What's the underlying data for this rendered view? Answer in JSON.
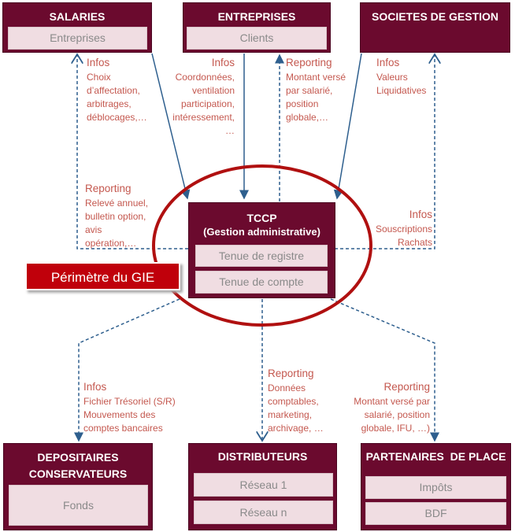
{
  "top_boxes": [
    {
      "title": "SALARIES",
      "items": [
        "Entreprises"
      ]
    },
    {
      "title": "ENTREPRISES",
      "items": [
        "Clients"
      ]
    },
    {
      "title": "SOCIETES DE GESTION",
      "items": []
    }
  ],
  "center_box": {
    "title": "TCCP",
    "subtitle": "(Gestion administrative)",
    "items": [
      "Tenue de registre",
      "Tenue de compte"
    ]
  },
  "perimeter_label": "Périmètre du GIE",
  "bottom_boxes": [
    {
      "title": "DEPOSITAIRES",
      "title2": "CONSERVATEURS",
      "items": [
        "Fonds"
      ]
    },
    {
      "title": "DISTRIBUTEURS",
      "items": [
        "Réseau 1",
        "Réseau n"
      ]
    },
    {
      "title": "PARTENAIRES  DE PLACE",
      "items": [
        "Impôts",
        "BDF"
      ]
    }
  ],
  "flows": {
    "salaries_infos": {
      "heading": "Infos",
      "lines": [
        "Choix",
        "d’affectation,",
        "arbitrages,",
        "déblocages,…"
      ]
    },
    "entreprises_infos": {
      "heading": "Infos",
      "lines": [
        "Coordonnées,",
        "ventilation",
        "participation,",
        "intéressement,",
        "…"
      ]
    },
    "entreprises_reporting": {
      "heading": "Reporting",
      "lines": [
        "Montant versé",
        "par salarié,",
        "position",
        "globale,…"
      ]
    },
    "societes_infos": {
      "heading": "Infos",
      "lines": [
        "Valeurs",
        "Liquidatives"
      ]
    },
    "salaries_reporting": {
      "heading": "Reporting",
      "lines": [
        "Relevé annuel,",
        "bulletin option,",
        "avis",
        "opération,…"
      ]
    },
    "societes_infos2": {
      "heading": "Infos",
      "lines": [
        "Souscriptions",
        "Rachats"
      ]
    },
    "depositaires_infos": {
      "heading": "Infos",
      "lines": [
        "Fichier Trésoriel (S/R)",
        "Mouvements des",
        "comptes bancaires"
      ]
    },
    "distributeurs_reporting": {
      "heading": "Reporting",
      "lines": [
        "Données",
        "comptables,",
        "marketing,",
        "archivage, …"
      ]
    },
    "partenaires_reporting": {
      "heading": "Reporting",
      "lines": [
        "Montant versé par",
        "salarié, position",
        "globale, IFU, …)"
      ]
    }
  },
  "colors": {
    "box": "#6b0a2e",
    "sub": "#f0dde2",
    "label": "#c4584f",
    "arrow": "#2e5f8e",
    "ellipse": "#b01010",
    "badge": "#c0000b"
  }
}
